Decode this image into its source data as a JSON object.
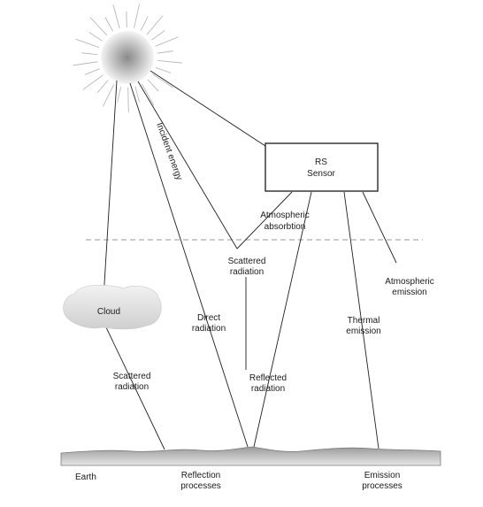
{
  "sensor": {
    "line1": "RS",
    "line2": "Sensor"
  },
  "labels": {
    "incident_energy": "Incident energy",
    "atmospheric_absorbtion": [
      "Atmospheric",
      "absorbtion"
    ],
    "scattered_radiation_upper": [
      "Scattered",
      "radiation"
    ],
    "atmospheric_emission": [
      "Atmospheric",
      "emission"
    ],
    "cloud": "Cloud",
    "direct_radiation": [
      "Direct",
      "radiation"
    ],
    "thermal_emission": [
      "Thermal",
      "emission"
    ],
    "scattered_radiation_lower": [
      "Scattered",
      "radiation"
    ],
    "reflected_radiation": [
      "Reflected",
      "radiation"
    ],
    "earth": "Earth",
    "reflection_processes": [
      "Reflection",
      "processes"
    ],
    "emission_processes": [
      "Emission",
      "processes"
    ]
  }
}
